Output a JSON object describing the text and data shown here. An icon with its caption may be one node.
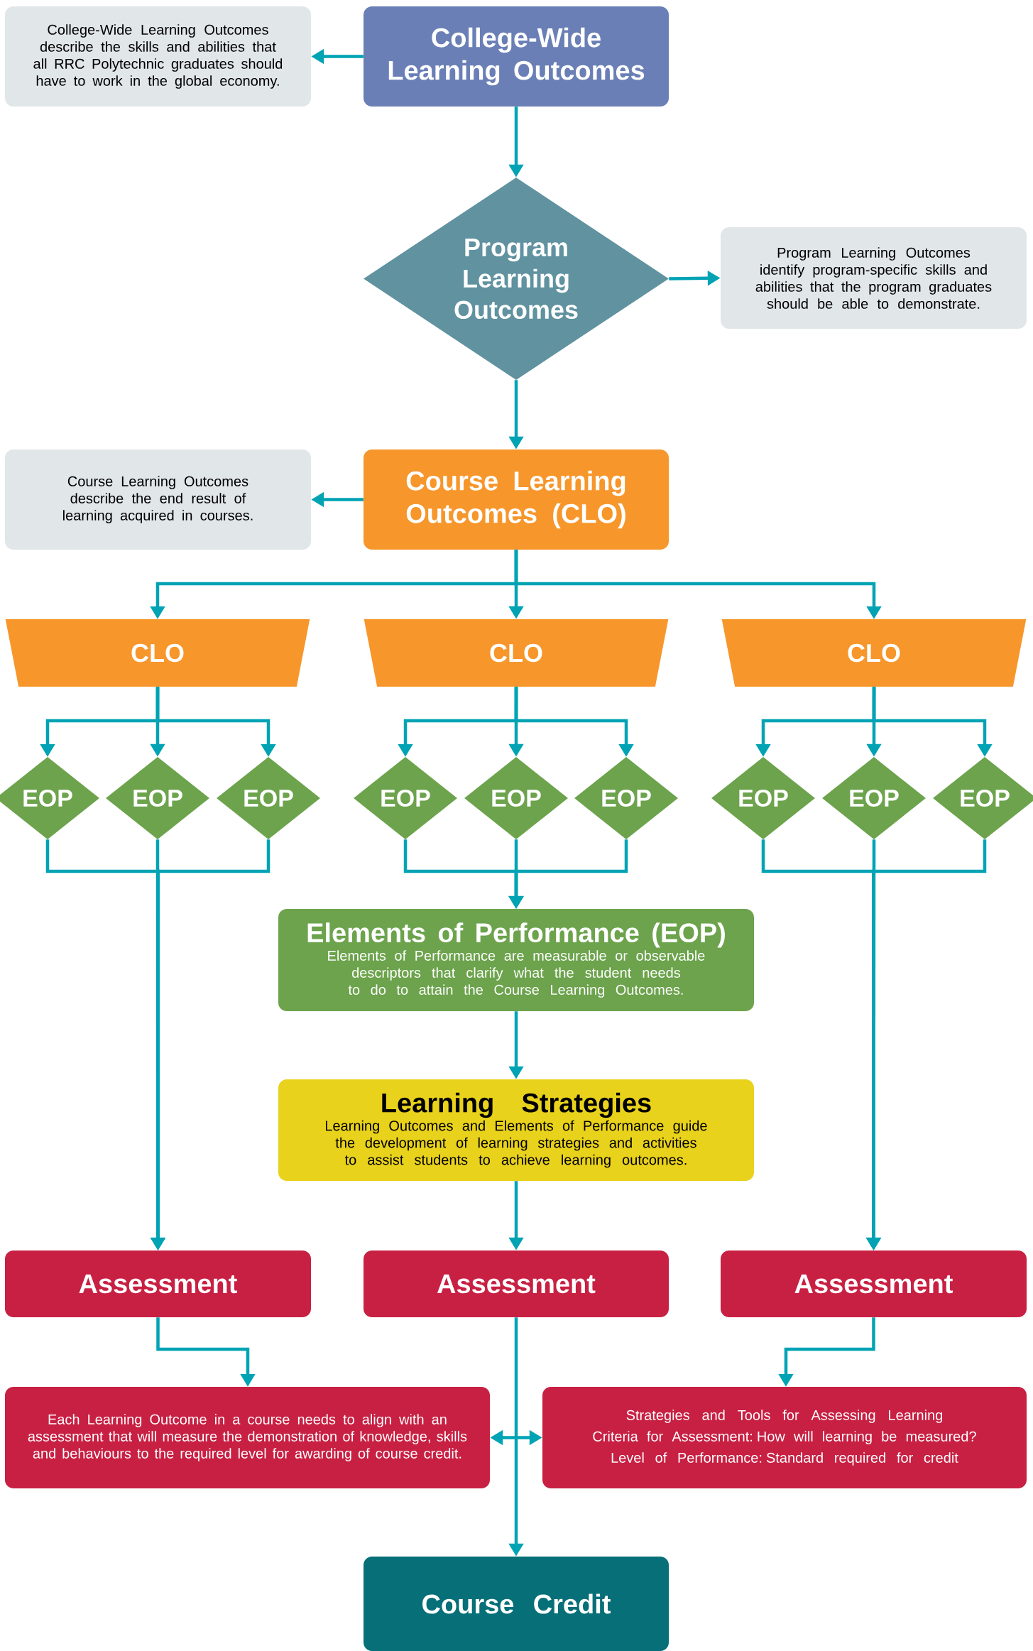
{
  "diagram": {
    "nodes": [
      {
        "text": [
          "College-Wide Learning Outcomes"
        ]
      },
      {
        "text": [
          "College-Wide Learning Outcomes describe the skills and abilities that all RRC Polytechnic graduates should have to work in the global economy."
        ]
      },
      {
        "text": [
          "Program Learning Outcomes"
        ]
      },
      {
        "text": [
          "Program Learning Outcomes identify program-specific skills and abilities that the program graduates should be able to demonstrate."
        ]
      },
      {
        "text": [
          "Course Learning Outcomes (CLO)"
        ]
      },
      {
        "text": [
          "Course Learning Outcomes describe the end result of learning acquired in courses."
        ]
      },
      {
        "text": [
          "CLO"
        ]
      },
      {
        "text": [
          "CLO"
        ]
      },
      {
        "text": [
          "CLO"
        ]
      },
      {
        "text": [
          "EOP"
        ]
      },
      {
        "text": [
          "EOP"
        ]
      },
      {
        "text": [
          "EOP"
        ]
      },
      {
        "text": [
          "EOP"
        ]
      },
      {
        "text": [
          "EOP"
        ]
      },
      {
        "text": [
          "EOP"
        ]
      },
      {
        "text": [
          "EOP"
        ]
      },
      {
        "text": [
          "EOP"
        ]
      },
      {
        "text": [
          "EOP"
        ]
      },
      {
        "text": [
          "Elements of Performance (EOP)",
          "Elements of Performance are measurable or observable descriptors that clarify what the student needs to do to attain the Course Learning Outcomes."
        ]
      },
      {
        "text": [
          "Learning Strategies",
          "Learning Outcomes and Elements of Performance guide the development of learning strategies and activities to assist students to achieve learning outcomes."
        ]
      },
      {
        "text": [
          "Assessment"
        ]
      },
      {
        "text": [
          "Assessment"
        ]
      },
      {
        "text": [
          "Assessment"
        ]
      },
      {
        "text": [
          "Each Learning Outcome in a course needs to align with an assessment that will measure the demonstration of knowledge, skills and behaviours to the required level for awarding of course credit."
        ]
      },
      {
        "text": [
          "Strategies and Tools for Assessing Learning",
          "Criteria for Assessment: How will learning be measured?",
          "Level of Performance: Standard required for credit"
        ]
      },
      {
        "text": [
          "Course Credit"
        ]
      }
    ],
    "edges": [
      {
        "from": 0,
        "to": 1,
        "arrow": "to"
      },
      {
        "from": 0,
        "to": 2,
        "arrow": "to"
      },
      {
        "from": 2,
        "to": 3,
        "arrow": "to"
      },
      {
        "from": 2,
        "to": 4,
        "arrow": "to"
      },
      {
        "from": 4,
        "to": 5,
        "arrow": "to"
      },
      {
        "from": 4,
        "to": 6,
        "arrow": "to"
      },
      {
        "from": 4,
        "to": 7,
        "arrow": "to"
      },
      {
        "from": 4,
        "to": 8,
        "arrow": "to"
      },
      {
        "from": 6,
        "to": 9,
        "arrow": "to"
      },
      {
        "from": 6,
        "to": 10,
        "arrow": "to"
      },
      {
        "from": 6,
        "to": 11,
        "arrow": "to"
      },
      {
        "from": 7,
        "to": 12,
        "arrow": "to"
      },
      {
        "from": 7,
        "to": 13,
        "arrow": "to"
      },
      {
        "from": 7,
        "to": 14,
        "arrow": "to"
      },
      {
        "from": 8,
        "to": 15,
        "arrow": "to"
      },
      {
        "from": 8,
        "to": 16,
        "arrow": "to"
      },
      {
        "from": 8,
        "to": 17,
        "arrow": "to"
      },
      {
        "from": 9,
        "to": 20,
        "arrow": "to"
      },
      {
        "from": 10,
        "to": 20,
        "arrow": "to"
      },
      {
        "from": 11,
        "to": 20,
        "arrow": "to"
      },
      {
        "from": 12,
        "to": 18,
        "arrow": "to"
      },
      {
        "from": 13,
        "to": 18,
        "arrow": "to"
      },
      {
        "from": 14,
        "to": 18,
        "arrow": "to"
      },
      {
        "from": 15,
        "to": 22,
        "arrow": "to"
      },
      {
        "from": 16,
        "to": 22,
        "arrow": "to"
      },
      {
        "from": 17,
        "to": 22,
        "arrow": "to"
      },
      {
        "from": 18,
        "to": 19,
        "arrow": "to"
      },
      {
        "from": 19,
        "to": 21,
        "arrow": "to"
      },
      {
        "from": 20,
        "to": 23,
        "arrow": "to"
      },
      {
        "from": 22,
        "to": 24,
        "arrow": "to"
      },
      {
        "from": 21,
        "to": 25,
        "arrow": "to"
      },
      {
        "from": 23,
        "to": 24,
        "arrow": "both"
      }
    ]
  }
}
